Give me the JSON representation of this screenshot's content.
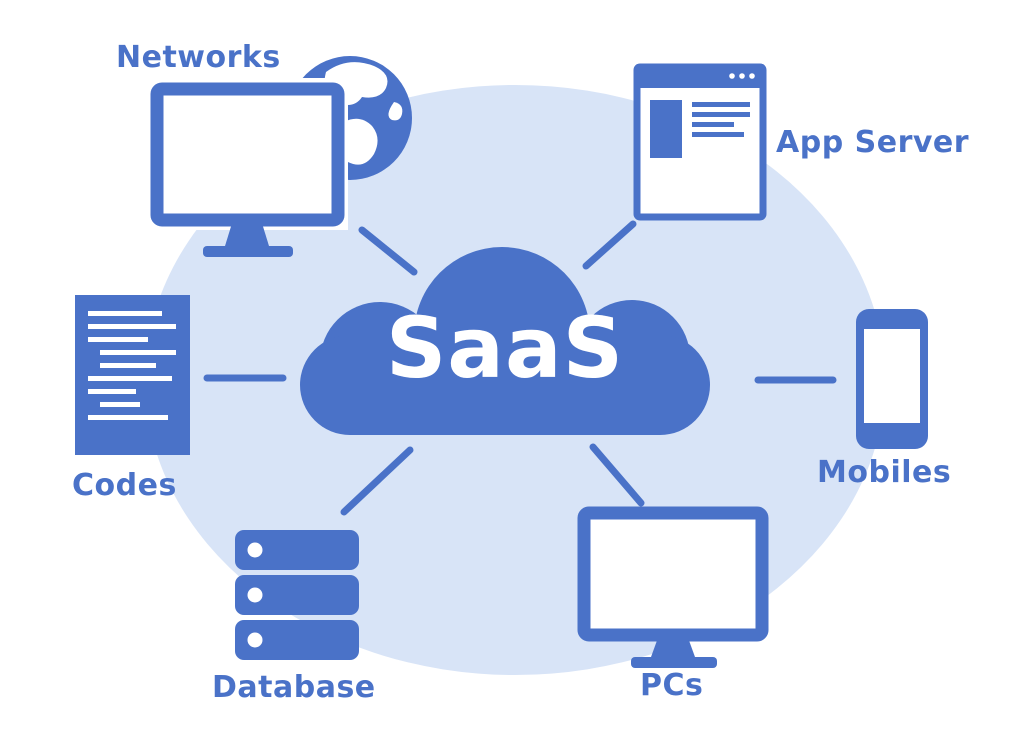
{
  "diagram": {
    "title": "SaaS",
    "center": {
      "label": "SaaS",
      "icon": "cloud-icon"
    },
    "nodes": [
      {
        "id": "networks",
        "label": "Networks",
        "icon": "monitor-globe-icon"
      },
      {
        "id": "app-server",
        "label": "App Server",
        "icon": "browser-window-icon"
      },
      {
        "id": "codes",
        "label": "Codes",
        "icon": "code-document-icon"
      },
      {
        "id": "mobiles",
        "label": "Mobiles",
        "icon": "smartphone-icon"
      },
      {
        "id": "database",
        "label": "Database",
        "icon": "server-stack-icon"
      },
      {
        "id": "pcs",
        "label": "PCs",
        "icon": "desktop-monitor-icon"
      }
    ],
    "colors": {
      "primary": "#4a72c8",
      "background_ellipse": "#d8e4f7",
      "canvas": "#ffffff",
      "icon_detail": "#ffffff"
    }
  }
}
